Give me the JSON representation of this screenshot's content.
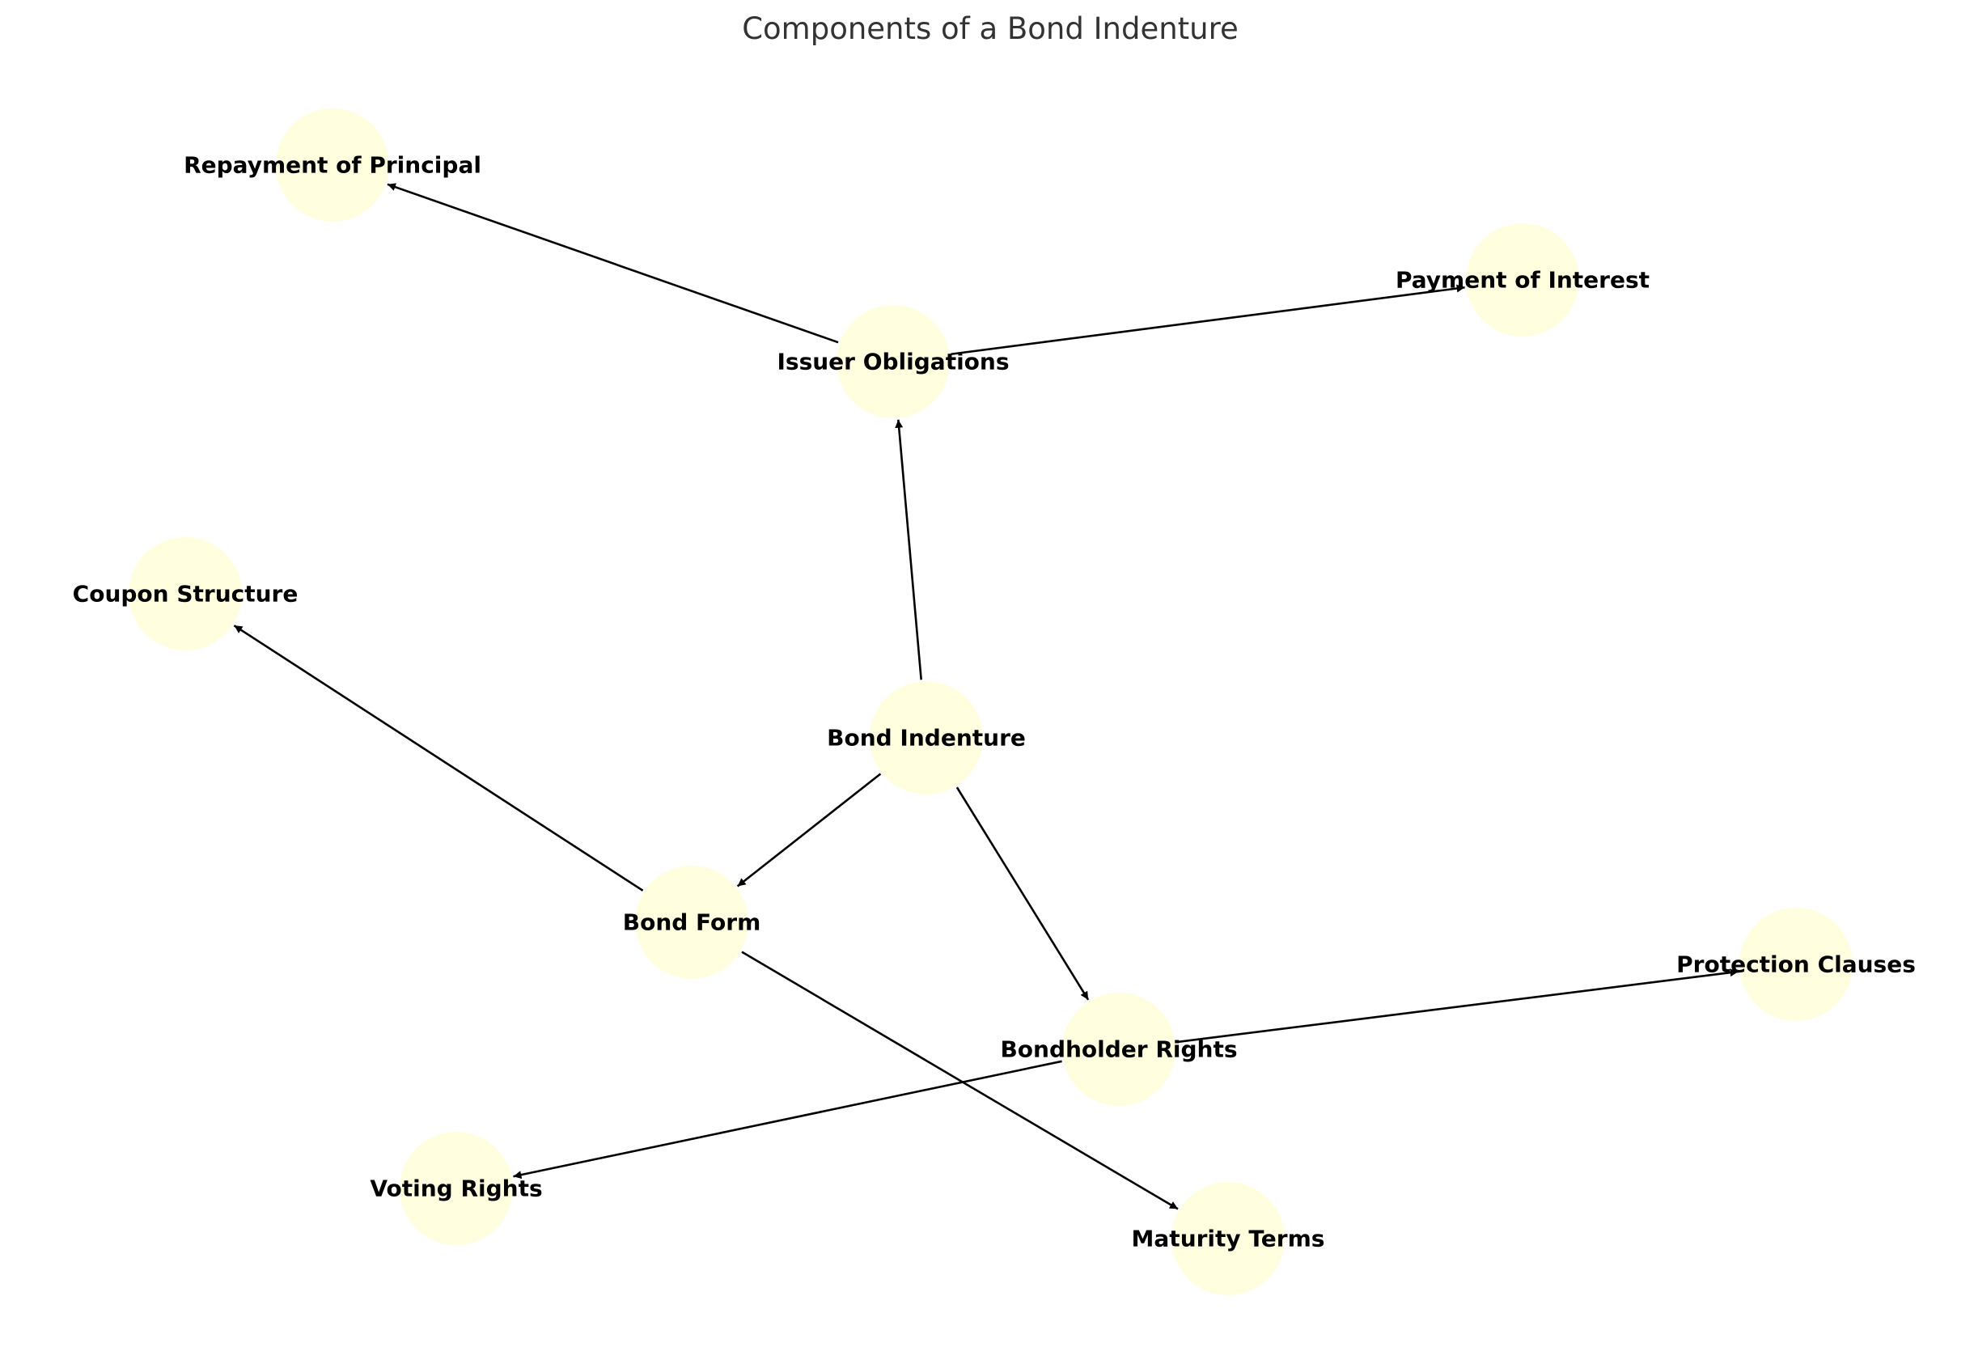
{
  "title": "Components of a Bond Indenture",
  "colors": {
    "node_fill": "#ffffe0",
    "edge": "#000000",
    "title": "#333333",
    "label": "#000000",
    "background": "#ffffff"
  },
  "nodes": [
    {
      "id": "bond-indenture",
      "label": "Bond Indenture"
    },
    {
      "id": "issuer-obligations",
      "label": "Issuer Obligations"
    },
    {
      "id": "repayment-of-principal",
      "label": "Repayment of Principal"
    },
    {
      "id": "payment-of-interest",
      "label": "Payment of Interest"
    },
    {
      "id": "coupon-structure",
      "label": "Coupon Structure"
    },
    {
      "id": "bond-form",
      "label": "Bond Form"
    },
    {
      "id": "bondholder-rights",
      "label": "Bondholder Rights"
    },
    {
      "id": "protection-clauses",
      "label": "Protection Clauses"
    },
    {
      "id": "voting-rights",
      "label": "Voting Rights"
    },
    {
      "id": "maturity-terms",
      "label": "Maturity Terms"
    }
  ],
  "edges": [
    {
      "from": "bond-indenture",
      "to": "issuer-obligations"
    },
    {
      "from": "bond-indenture",
      "to": "bond-form"
    },
    {
      "from": "bond-indenture",
      "to": "bondholder-rights"
    },
    {
      "from": "issuer-obligations",
      "to": "repayment-of-principal"
    },
    {
      "from": "issuer-obligations",
      "to": "payment-of-interest"
    },
    {
      "from": "bond-form",
      "to": "coupon-structure"
    },
    {
      "from": "bond-form",
      "to": "maturity-terms"
    },
    {
      "from": "bondholder-rights",
      "to": "protection-clauses"
    },
    {
      "from": "bondholder-rights",
      "to": "voting-rights"
    }
  ]
}
